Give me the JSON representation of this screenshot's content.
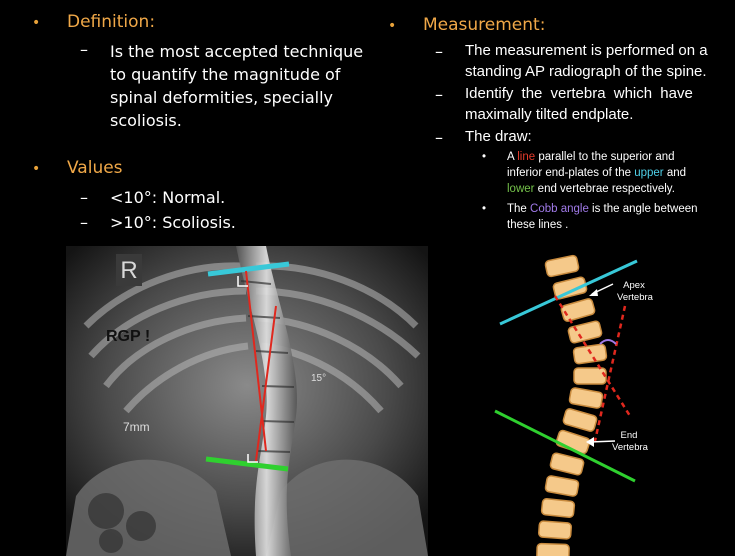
{
  "left": {
    "definition": {
      "bullet": "•",
      "heading": "Definition:",
      "dash": "–",
      "lines": [
        "Is the most accepted technique",
        "to quantify the magnitude of",
        "spinal deformities, specially",
        "scoliosis."
      ]
    },
    "values": {
      "bullet": "•",
      "heading": "Values",
      "items": [
        {
          "dash": "–",
          "text": "<10°: Normal."
        },
        {
          "dash": "–",
          "text": ">10°: Scoliosis."
        }
      ]
    }
  },
  "right": {
    "measurement": {
      "bullet": "•",
      "heading": "Measurement:",
      "items": [
        {
          "dash": "–",
          "lines": [
            "The measurement is performed on a",
            "standing AP radiograph of the spine."
          ]
        },
        {
          "dash": "–",
          "lines": [
            "Identify the vertebra which have",
            "maximally tilted endplate."
          ]
        },
        {
          "dash": "–",
          "lines": [
            "The draw:"
          ]
        }
      ],
      "sub_items": {
        "bullet": "•",
        "a": {
          "p1": "A ",
          "red": "line",
          "p2": " parallel to the superior and",
          "line2a": "inferior end-plates of the ",
          "cyan": "upper",
          "line2b": " and",
          "green": "lower",
          "line3": " end vertebrae respectively."
        },
        "b": {
          "p1": "The ",
          "purple": "Cobb angle",
          "p2": " is the angle between",
          "line2": "these lines ."
        }
      }
    }
  },
  "xray": {
    "marker": "R",
    "overlay": "RGP !",
    "angle": "15°",
    "scale": "7mm"
  },
  "diagram": {
    "apex_label": [
      "Apex",
      "Vertebra"
    ],
    "end_label": [
      "End",
      "Vertebra"
    ]
  },
  "colors": {
    "accent": "#f0a848",
    "cyan_line": "#38c8d8",
    "green_line": "#2fd02f",
    "red_line": "#e0281e",
    "purple": "#a07ae8",
    "vertebra": "#f5c98a"
  }
}
